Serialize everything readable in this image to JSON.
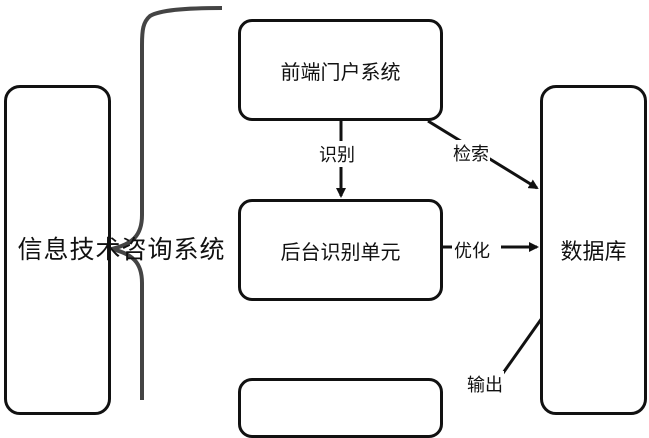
{
  "nodes": {
    "main_system": "信息技术咨询系统",
    "portal": "前端门户系统",
    "recognition": "后台识别单元",
    "database": "数据库"
  },
  "edges": {
    "identify": "识别",
    "search": "检索",
    "optimize": "优化",
    "output": "输出"
  },
  "colors": {
    "stroke": "#111111",
    "background": "#ffffff"
  }
}
